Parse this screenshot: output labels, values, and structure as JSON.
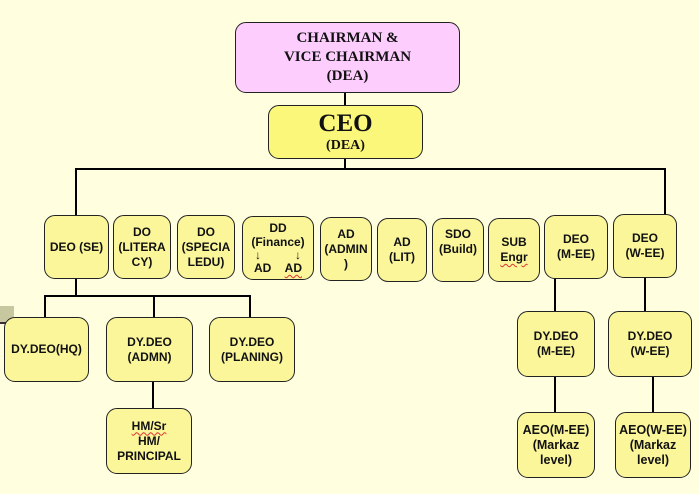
{
  "chart": {
    "top": {
      "chairman": {
        "lines": [
          "CHAIRMAN  &",
          "VICE  CHAIRMAN",
          "(DEA)"
        ]
      },
      "ceo": {
        "title": "CEO",
        "sub": "(DEA)"
      }
    },
    "level2": [
      {
        "id": "deo-se",
        "lines": [
          "DEO  (SE)"
        ]
      },
      {
        "id": "do-literacy",
        "lines": [
          "DO",
          "(LITERA",
          "CY)"
        ]
      },
      {
        "id": "do-special-edu",
        "lines": [
          "DO",
          "(SPECIA",
          "LEDU)"
        ]
      },
      {
        "id": "dd-finance",
        "lines": [
          "DD",
          "(Finance)"
        ],
        "arrows": [
          "↓",
          "↓"
        ],
        "children": [
          "AD",
          "AD"
        ]
      },
      {
        "id": "ad-admin",
        "lines": [
          "AD",
          "(ADMIN",
          ")"
        ]
      },
      {
        "id": "ad-lit",
        "lines": [
          "AD",
          "(LIT)"
        ]
      },
      {
        "id": "sdo-build",
        "lines": [
          "SDO",
          "(Build)"
        ]
      },
      {
        "id": "sub-engr",
        "lines": [
          "SUB",
          "Engr"
        ]
      },
      {
        "id": "deo-m-ee",
        "lines": [
          "DEO",
          "(M-EE)"
        ]
      },
      {
        "id": "deo-w-ee",
        "lines": [
          "DEO",
          "(W-EE)"
        ]
      }
    ],
    "level3": [
      {
        "id": "dy-deo-hq",
        "lines": [
          "DY.DEO(HQ)"
        ]
      },
      {
        "id": "dy-deo-admn",
        "lines": [
          "DY.DEO",
          "(ADMN)"
        ]
      },
      {
        "id": "dy-deo-planing",
        "lines": [
          "DY.DEO",
          "(PLANING)"
        ]
      },
      {
        "id": "dy-deo-m-ee",
        "lines": [
          "DY.DEO",
          "(M-EE)"
        ]
      },
      {
        "id": "dy-deo-w-ee",
        "lines": [
          "DY.DEO",
          "(W-EE)"
        ]
      }
    ],
    "level4": [
      {
        "id": "hm-principal",
        "lines": [
          "HM/Sr HM/",
          "PRINCIPAL"
        ]
      },
      {
        "id": "aeo-m-ee",
        "lines": [
          "AEO(M-EE)",
          "(Markaz",
          "level)"
        ]
      },
      {
        "id": "aeo-w-ee",
        "lines": [
          "AEO(W-EE)",
          "(Markaz",
          "level)"
        ]
      }
    ]
  }
}
